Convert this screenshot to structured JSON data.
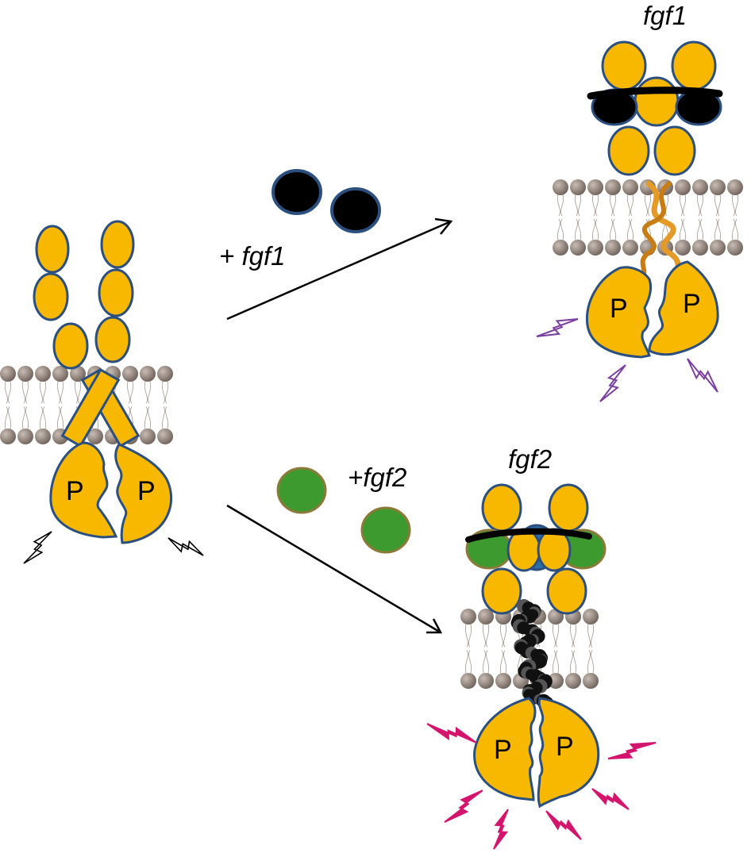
{
  "labels": {
    "plus_fgf1": "+ fgf1",
    "plus_fgf2": "+fgf2",
    "fgf1": "fgf1",
    "fgf2": "fgf2",
    "p": "P"
  },
  "colors": {
    "receptor_fill": "#f9b800",
    "receptor_stroke": "#2b4f7e",
    "fgf1_ligand": "#000000",
    "fgf2_ligand": "#3c9a2e",
    "lipid_head": "#8a7d73",
    "weak_signal": "#000000",
    "fgf1_signal": "#7b3fa0",
    "fgf2_signal": "#d3156e",
    "fgf1_tm_helix": "#e39a27",
    "fgf2_tm_helix": "#111111"
  }
}
